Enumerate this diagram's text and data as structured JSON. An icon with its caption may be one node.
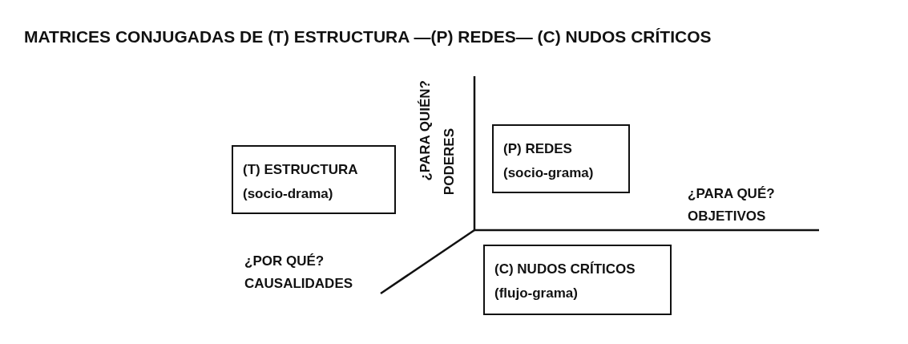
{
  "diagram": {
    "title": "MATRICES CONJUGADAS DE (T) ESTRUCTURA —(P) REDES— (C) NUDOS CRÍTICOS",
    "nodes": [
      {
        "text": [
          "(T) ESTRUCTURA",
          "(socio-drama)"
        ]
      },
      {
        "text": [
          "(P) REDES",
          "(socio-grama)"
        ]
      },
      {
        "text": [
          "(C) NUDOS CRÍTICOS",
          "(flujo-grama)"
        ]
      }
    ],
    "edges": [],
    "labels": [
      "¿PARA QUIÉN?",
      "PODERES",
      "¿PARA QUÉ?",
      "OBJETIVOS",
      "¿POR QUÉ?",
      "CAUSALIDADES"
    ]
  }
}
